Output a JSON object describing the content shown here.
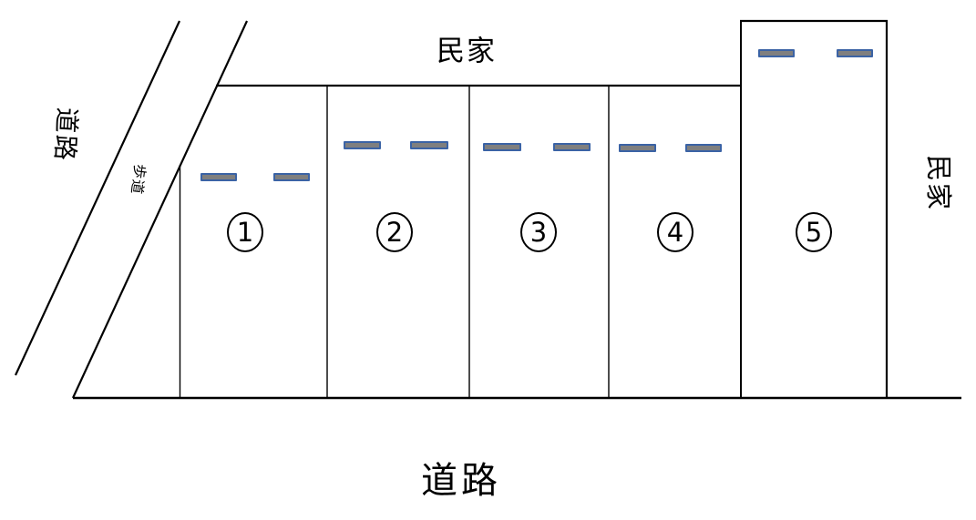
{
  "diagram": {
    "type": "parking-lot-layout",
    "labels": {
      "road_left": "道路",
      "sidewalk": "歩道",
      "house_top": "民家",
      "house_right": "民家",
      "road_bottom": "道路"
    },
    "spaces": [
      {
        "label": "1"
      },
      {
        "label": "2"
      },
      {
        "label": "3"
      },
      {
        "label": "4"
      },
      {
        "label": "5"
      }
    ],
    "wheel_stops_per_space": 2,
    "colors": {
      "line": "#000000",
      "wheel_stop_fill": "#7f7f7f",
      "wheel_stop_border": "#3b63a5",
      "background": "#ffffff"
    }
  }
}
